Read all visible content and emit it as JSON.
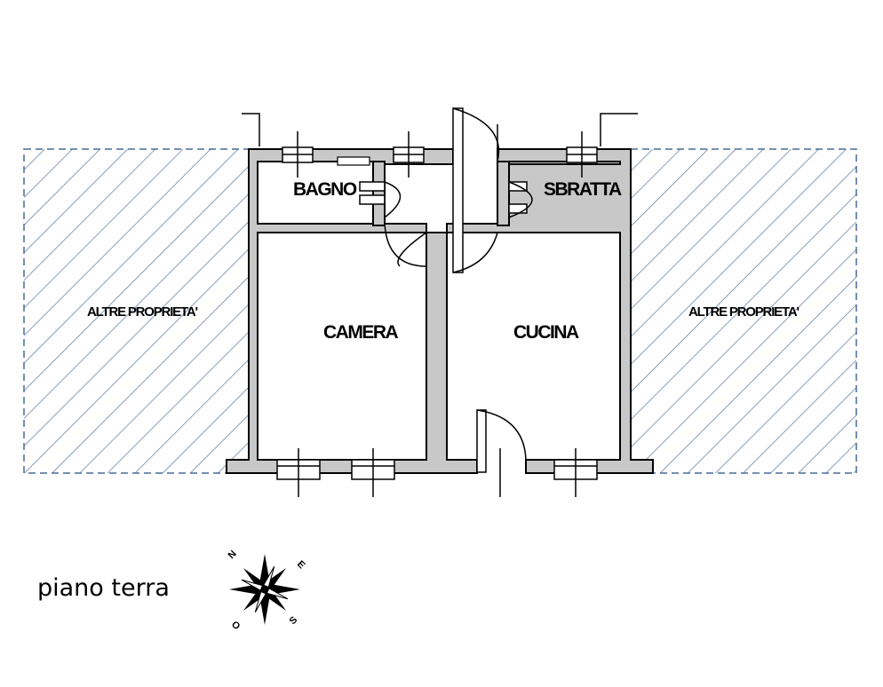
{
  "rooms": {
    "bagno": "BAGNO",
    "sbratta": "SBRATTA",
    "camera": "CAMERA",
    "cucina": "CUCINA"
  },
  "neighbours": {
    "left": "ALTRE PROPRIETA'",
    "right": "ALTRE PROPRIETA'"
  },
  "caption": "piano terra",
  "compass": {
    "n": "N",
    "e": "E",
    "s": "S",
    "o": "O"
  },
  "colors": {
    "wall": "#c8c8c8",
    "hatch": "#6b84a6",
    "line": "#000000"
  }
}
